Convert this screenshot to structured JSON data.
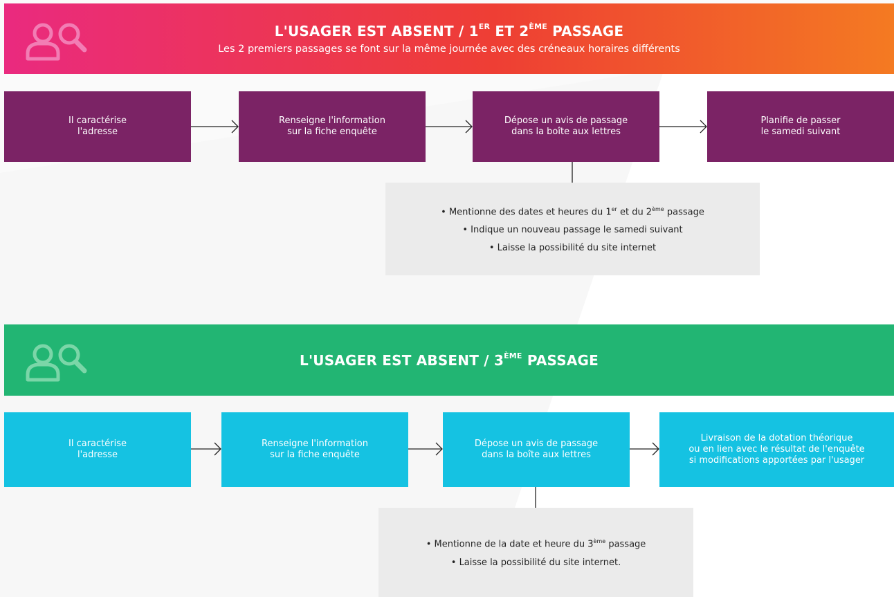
{
  "section1": {
    "title_main": "L'USAGER EST ABSENT",
    "title_sep": "/",
    "title_num1": "1",
    "title_sup1": "ER",
    "title_et": "ET",
    "title_num2": "2",
    "title_sup2": "ÈME",
    "title_end": "PASSAGE",
    "subtitle": "Les 2 premiers passages se font sur la même journée avec des créneaux horaires différents",
    "steps": [
      "Il caractérise\nl'adresse",
      "Renseigne l'information\nsur la fiche enquête",
      "Dépose un avis de passage\ndans la boîte aux lettres",
      "Planifie de passer\nle samedi suivant"
    ],
    "note": {
      "line1_a": "• Mentionne des dates et heures du 1",
      "line1_sup1": "er",
      "line1_b": " et du 2",
      "line1_sup2": "ème",
      "line1_c": " passage",
      "line2": "• Indique un nouveau passage le samedi suivant",
      "line3": "• Laisse la possibilité du site internet"
    }
  },
  "section2": {
    "title_main": "L'USAGER EST ABSENT",
    "title_sep": "/",
    "title_num": "3",
    "title_sup": "ÈME",
    "title_end": "PASSAGE",
    "steps": [
      "Il caractérise\nl'adresse",
      "Renseigne l'information\nsur la fiche enquête",
      "Dépose un avis de passage\ndans la boîte aux lettres",
      "Livraison de la dotation théorique\nou en lien avec le résultat de l'enquête\nsi modifications apportées par l'usager"
    ],
    "note": {
      "line1_a": "• Mentionne de la date et heure du 3",
      "line1_sup": "ème",
      "line1_b": " passage",
      "line2": "• Laisse la possibilité du site internet."
    }
  },
  "colors": {
    "banner1_gradient": [
      "#ea2a7f",
      "#ee3e34",
      "#f47a22"
    ],
    "banner2": "#22b573",
    "purple_box": "#7b2365",
    "cyan_box": "#15c2e2",
    "note_bg": "#ebebeb"
  },
  "icons": [
    "user-search-icon"
  ]
}
